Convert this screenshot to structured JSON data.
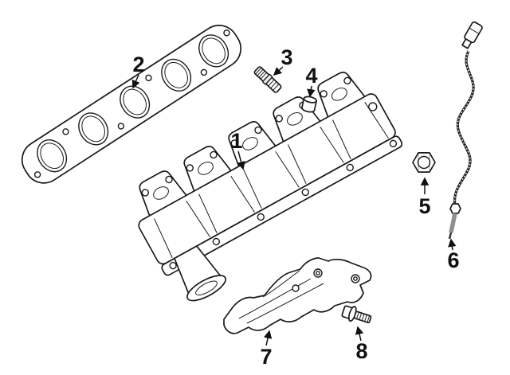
{
  "colors": {
    "ink": "#1a1a1a",
    "paper": "#ffffff",
    "metal_shade": "#e6e6e6"
  },
  "callouts": [
    {
      "label": "1"
    },
    {
      "label": "2"
    },
    {
      "label": "3"
    },
    {
      "label": "4"
    },
    {
      "label": "5"
    },
    {
      "label": "6"
    },
    {
      "label": "7"
    },
    {
      "label": "8"
    }
  ]
}
